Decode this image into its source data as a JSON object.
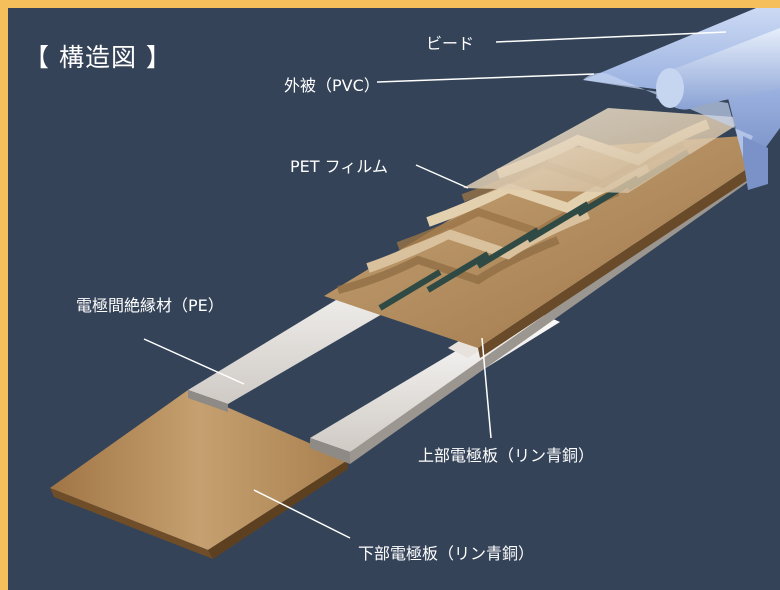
{
  "title": "【 構造図 】",
  "labels": {
    "bead": "ビード",
    "sheath": "外被（PVC）",
    "pet_film": "PET フィルム",
    "insulator": "電極間絶縁材（PE）",
    "upper_electrode": "上部電極板（リン青銅）",
    "lower_electrode": "下部電極板（リン青銅）"
  },
  "colors": {
    "background": "#344358",
    "border": "#f5bf5c",
    "pvc": "#a9bfe6",
    "copper": "#b48d5a",
    "film": "#e9dcc7",
    "insulator": "#e4e0dc"
  }
}
